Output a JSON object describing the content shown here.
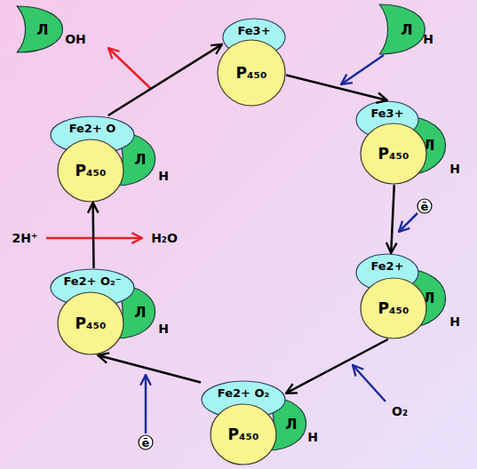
{
  "diagram": {
    "nodes": [
      {
        "text": [
          "Л",
          "OH"
        ]
      },
      {
        "text": [
          "Fe3+"
        ]
      },
      {
        "text": [
          "P₄₅₀"
        ]
      },
      {
        "text": [
          "Л",
          "H"
        ]
      },
      {
        "text": [
          "Fe3+"
        ]
      },
      {
        "text": [
          "P₄₅₀"
        ]
      },
      {
        "text": [
          "Л",
          "H"
        ]
      },
      {
        "text": [
          "Fe2+ O"
        ]
      },
      {
        "text": [
          "P₄₅₀"
        ]
      },
      {
        "text": [
          "Л",
          "H"
        ]
      },
      {
        "text": [
          "ē"
        ]
      },
      {
        "text": [
          "Fe2+"
        ]
      },
      {
        "text": [
          "P₄₅₀"
        ]
      },
      {
        "text": [
          "Л",
          "H"
        ]
      },
      {
        "text": [
          "Fe2+ O₂⁻"
        ]
      },
      {
        "text": [
          "P₄₅₀"
        ]
      },
      {
        "text": [
          "Л",
          "H"
        ]
      },
      {
        "text": [
          "ē"
        ]
      },
      {
        "text": [
          "Fe2+ O₂"
        ]
      },
      {
        "text": [
          "P₄₅₀"
        ]
      },
      {
        "text": [
          "Л",
          "H"
        ]
      }
    ],
    "edges": [
      {
        "from": 2,
        "to": 4,
        "arrow": "to"
      },
      {
        "from": 5,
        "to": 11,
        "arrow": "to"
      },
      {
        "from": 12,
        "to": 18,
        "arrow": "to"
      },
      {
        "from": 18,
        "to": 15,
        "arrow": "to"
      },
      {
        "from": 14,
        "to": 8,
        "arrow": "to"
      },
      {
        "from": 7,
        "to": 1,
        "arrow": "to"
      }
    ],
    "labels": [
      "2H⁺",
      "H₂O",
      "O₂"
    ]
  }
}
